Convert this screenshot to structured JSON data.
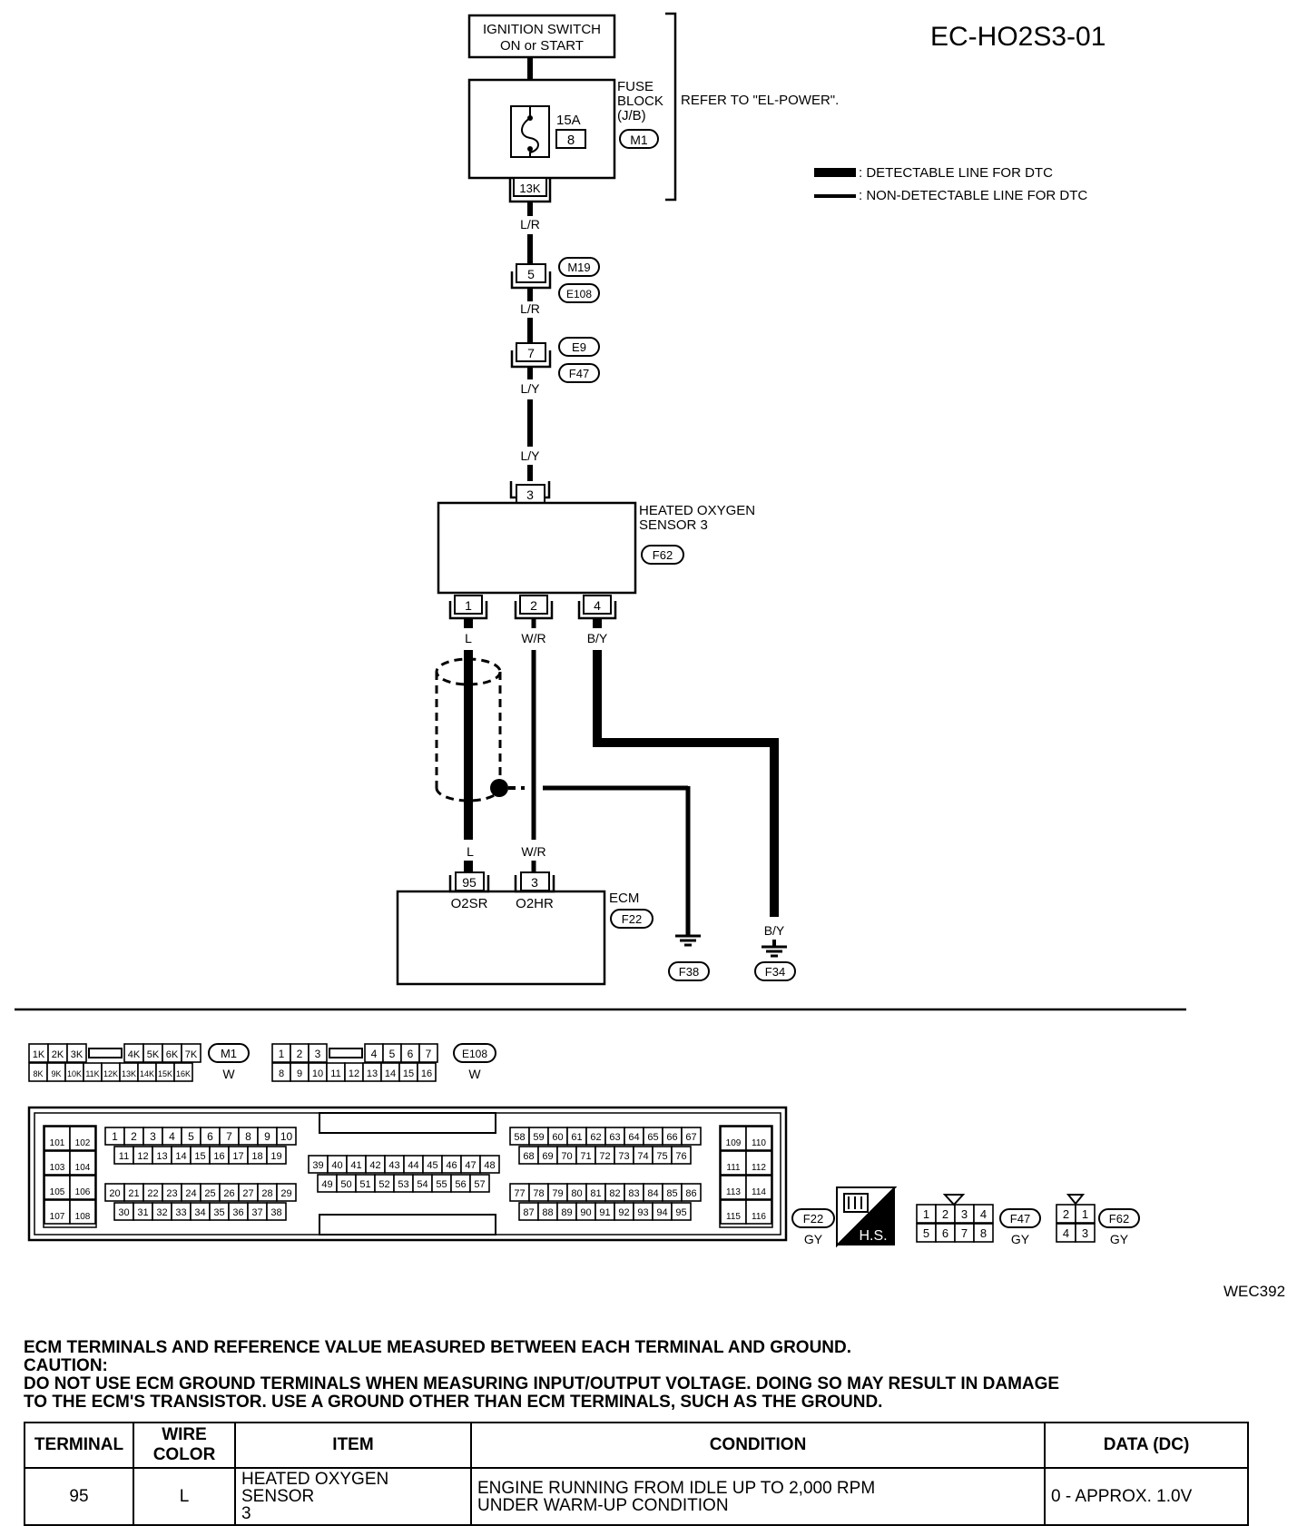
{
  "diagram_code": "EC-HO2S3-01",
  "image_ref": "WEC392",
  "ignition": {
    "line1": "IGNITION SWITCH",
    "line2": "ON or START"
  },
  "fuse_block": {
    "l1": "FUSE",
    "l2": "BLOCK",
    "l3": "(J/B)",
    "connector": "M1",
    "fuse_rating": "15A",
    "fuse_number": "8",
    "terminal": "13K"
  },
  "refer_note": "REFER TO \"EL-POWER\".",
  "legend": {
    "detectable": ": DETECTABLE LINE FOR DTC",
    "non_detectable": ": NON-DETECTABLE LINE FOR DTC"
  },
  "wires": {
    "lr1": "L/R",
    "lr2": "L/R",
    "ly1": "L/Y",
    "ly2": "L/Y",
    "l_top": "L",
    "wr_top": "W/R",
    "by_top": "B/Y",
    "l_bot": "L",
    "wr_bot": "W/R",
    "by_ground": "B/Y"
  },
  "joints": [
    {
      "pin": "5",
      "c1": "M19",
      "c2": "E108"
    },
    {
      "pin": "7",
      "c1": "E9",
      "c2": "F47"
    }
  ],
  "sensor": {
    "l1": "HEATED OXYGEN",
    "l2": "SENSOR 3",
    "connector": "F62",
    "top_pin": "3",
    "pin1": "1",
    "pin2": "2",
    "pin4": "4"
  },
  "ecm": {
    "label": "ECM",
    "connector": "F22",
    "pin_a": "95",
    "pin_b": "3",
    "name_a": "O2SR",
    "name_b": "O2HR"
  },
  "grounds": {
    "g1": "F38",
    "g2": "F34"
  },
  "connectors": {
    "m1": {
      "id": "M1",
      "color": "W",
      "row1": [
        "1K",
        "2K",
        "3K",
        "",
        "4K",
        "5K",
        "6K",
        "7K"
      ],
      "row2": [
        "8K",
        "9K",
        "10K",
        "11K",
        "12K",
        "13K",
        "14K",
        "15K",
        "16K"
      ]
    },
    "e108": {
      "id": "E108",
      "color": "W",
      "row1": [
        "1",
        "2",
        "3",
        "",
        "4",
        "5",
        "6",
        "7"
      ],
      "row2": [
        "8",
        "9",
        "10",
        "11",
        "12",
        "13",
        "14",
        "15",
        "16"
      ]
    },
    "f22": {
      "id": "F22",
      "color": "GY",
      "hs": "H.S."
    },
    "f47": {
      "id": "F47",
      "color": "GY",
      "row1": [
        "1",
        "2",
        "3",
        "4"
      ],
      "row2": [
        "5",
        "6",
        "7",
        "8"
      ]
    },
    "f62": {
      "id": "F62",
      "color": "GY",
      "row1": [
        "2",
        "1"
      ],
      "row2": [
        "4",
        "3"
      ]
    }
  },
  "notes": {
    "line1": "ECM TERMINALS AND REFERENCE VALUE MEASURED BETWEEN EACH TERMINAL AND GROUND.",
    "line2": "CAUTION:",
    "line3": "DO NOT USE ECM GROUND TERMINALS WHEN MEASURING INPUT/OUTPUT VOLTAGE. DOING SO MAY RESULT IN DAMAGE",
    "line4": "TO THE ECM'S TRANSISTOR. USE A GROUND OTHER THAN ECM TERMINALS, SUCH AS THE GROUND."
  },
  "table": {
    "headers": [
      "TERMINAL",
      "WIRE COLOR",
      "ITEM",
      "CONDITION",
      "DATA (DC)"
    ],
    "row": {
      "terminal": "95",
      "wire_color": "L",
      "item_1": "HEATED OXYGEN SENSOR",
      "item_2": "3",
      "cond_1": "ENGINE RUNNING FROM IDLE UP TO 2,000 RPM",
      "cond_2": "UNDER WARM-UP CONDITION",
      "data": "0 - APPROX. 1.0V"
    }
  }
}
